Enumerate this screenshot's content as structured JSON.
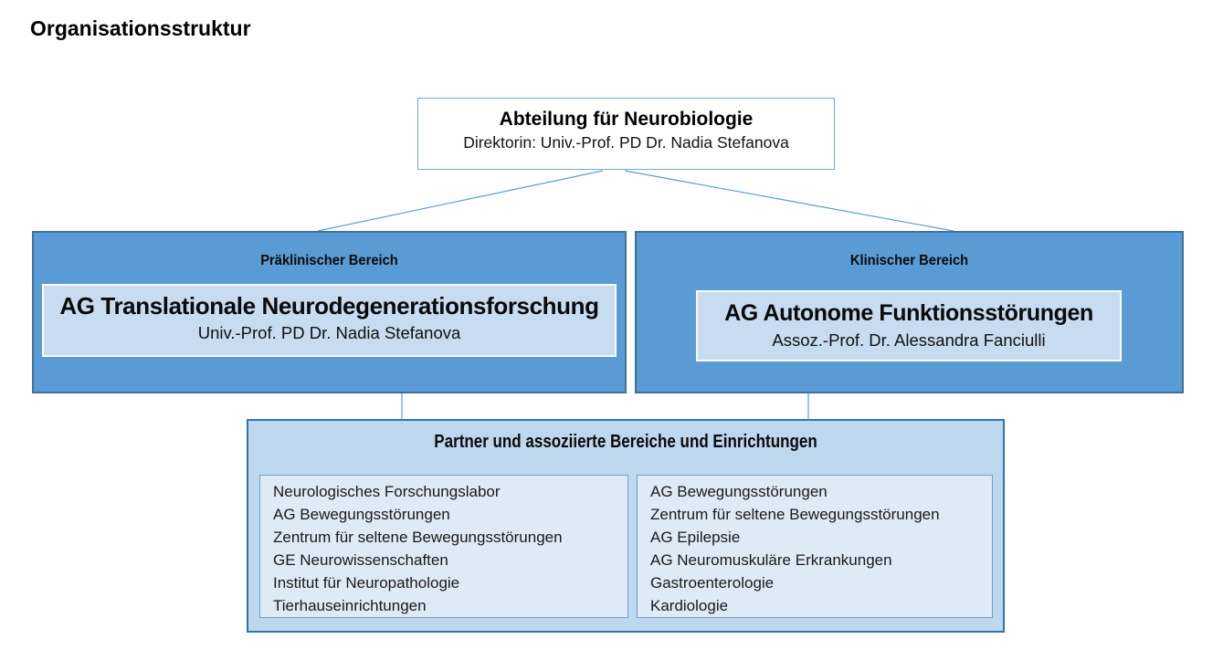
{
  "page": {
    "title": "Organisationsstruktur"
  },
  "root": {
    "title": "Abteilung für Neurobiologie",
    "subtitle": "Direktorin: Univ.-Prof. PD Dr. Nadia Stefanova"
  },
  "branches": {
    "preclinical": {
      "header": "Präklinischer Bereich",
      "group_title": "AG Translationale Neurodegenerationsforschung",
      "group_lead": "Univ.-Prof. PD Dr. Nadia Stefanova"
    },
    "clinical": {
      "header": "Klinischer Bereich",
      "group_title": "AG Autonome Funktionsstörungen",
      "group_lead": "Assoz.-Prof. Dr. Alessandra Fanciulli"
    }
  },
  "partners": {
    "header": "Partner und assoziierte Bereiche und Einrichtungen",
    "left_list": [
      "Neurologisches Forschungslabor",
      "AG Bewegungsstörungen",
      "Zentrum für seltene Bewegungsstörungen",
      "GE Neurowissenschaften",
      "Institut für Neuropathologie",
      "Tierhauseinrichtungen"
    ],
    "right_list": [
      "AG Bewegungsstörungen",
      "Zentrum für seltene Bewegungsstörungen",
      "AG Epilepsie",
      "AG Neuromuskuläre Erkrankungen",
      "Gastroenterologie",
      "Kardiologie"
    ]
  },
  "colors": {
    "branch_fill": "#5B9BD5",
    "branch_border": "#41719C",
    "inner_group_fill": "#C7DCF1",
    "inner_group_border": "#FBFCFE",
    "partner_fill": "#BDD7EE",
    "partner_border": "#2E74B5",
    "partner_list_fill": "#DEEAF6",
    "partner_list_border": "#6FA0CE",
    "root_border": "#6FA8DC",
    "connector_line": "#5B9BD5",
    "text": "#000000"
  }
}
